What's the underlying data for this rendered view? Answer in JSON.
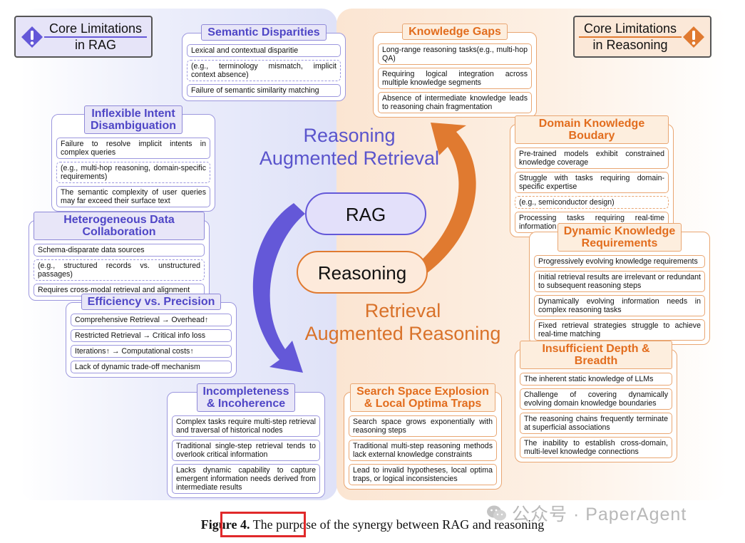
{
  "corners": {
    "left": [
      "Core Limitations",
      "in RAG"
    ],
    "right": [
      "Core Limitations",
      "in Reasoning"
    ]
  },
  "center": {
    "rag": "RAG",
    "reasoning": "Reasoning",
    "reasoning_augmented_retrieval": [
      "Reasoning",
      "Augmented Retrieval"
    ],
    "retrieval_augmented_reasoning": [
      "Retrieval",
      "Augmented Reasoning"
    ]
  },
  "left_cards": {
    "semantic": {
      "title": "Semantic Disparities",
      "items": [
        "Lexical and contextual disparitie",
        "(e.g., terminology mismatch, implicit context absence)",
        "Failure of semantic similarity matching"
      ]
    },
    "intent": {
      "title": [
        "Inflexible Intent",
        "Disambiguation"
      ],
      "items": [
        "Failure to resolve implicit intents in complex queries",
        "(e.g., multi-hop reasoning, domain-specific requirements)",
        "The semantic complexity of user queries may far exceed their surface text"
      ]
    },
    "hetero": {
      "title": "Heterogeneous Data Collaboration",
      "items": [
        "Schema-disparate data sources",
        "(e.g., structured records vs. unstructured passages)",
        "Requires cross-modal retrieval and alignment"
      ]
    },
    "efficiency": {
      "title": "Efficiency vs. Precision",
      "items": [
        "Comprehensive Retrieval → Overhead↑",
        "Restricted Retrieval → Critical info loss",
        "Iterations↑ → Computational costs↑",
        "Lack of dynamic trade-off mechanism"
      ]
    },
    "incomplete": {
      "title": [
        "Incompleteness",
        "& Incoherence"
      ],
      "items": [
        "Complex tasks require multi-step retrieval and traversal of historical nodes",
        "Traditional single-step retrieval tends to overlook critical information",
        "Lacks dynamic capability to capture emergent information needs derived from intermediate results"
      ]
    }
  },
  "right_cards": {
    "gaps": {
      "title": "Knowledge Gaps",
      "items": [
        "Long-range reasoning tasks(e.g., multi-hop QA)",
        "Requiring logical integration across multiple knowledge segments",
        "Absence of intermediate knowledge leads to reasoning chain fragmentation"
      ]
    },
    "domain": {
      "title": "Domain Knowledge Boudary",
      "items": [
        "Pre-trained models exhibit constrained knowledge coverage",
        "Struggle with tasks requiring domain-specific expertise",
        "(e.g., semiconductor design)",
        "Processing tasks requiring real-time information is challenging"
      ]
    },
    "dynamic": {
      "title": [
        "Dynamic Knowledge",
        "Requirements"
      ],
      "items": [
        "Progressively evolving knowledge requirements",
        "Initial retrieval results are irrelevant or redundant to subsequent reasoning steps",
        "Dynamically evolving information needs in complex reasoning tasks",
        "Fixed retrieval strategies struggle to achieve real-time matching"
      ]
    },
    "depth": {
      "title": "Insufficient Depth & Breadth",
      "items": [
        "The inherent static knowledge of LLMs",
        "Challenge of covering dynamically evolving domain knowledge boundaries",
        "The reasoning chains frequently terminate at superficial associations",
        "The inability to establish cross-domain, multi-level knowledge connections"
      ]
    },
    "search": {
      "title": [
        "Search Space Explosion",
        "& Local Optima Traps"
      ],
      "items": [
        "Search space grows exponentially with reasoning steps",
        "Traditional multi-step reasoning methods lack external knowledge constraints",
        "Lead to invalid hypotheses, local optima traps, or logical inconsistencies"
      ]
    }
  },
  "caption": {
    "label": "Figure 4.",
    "text": " The purpose of the synergy between RAG and reasoning"
  },
  "watermark": "公众号 · PaperAgent",
  "colors": {
    "purple": "#6458d8",
    "orange": "#e07a30",
    "highlight": "#e0292a"
  }
}
